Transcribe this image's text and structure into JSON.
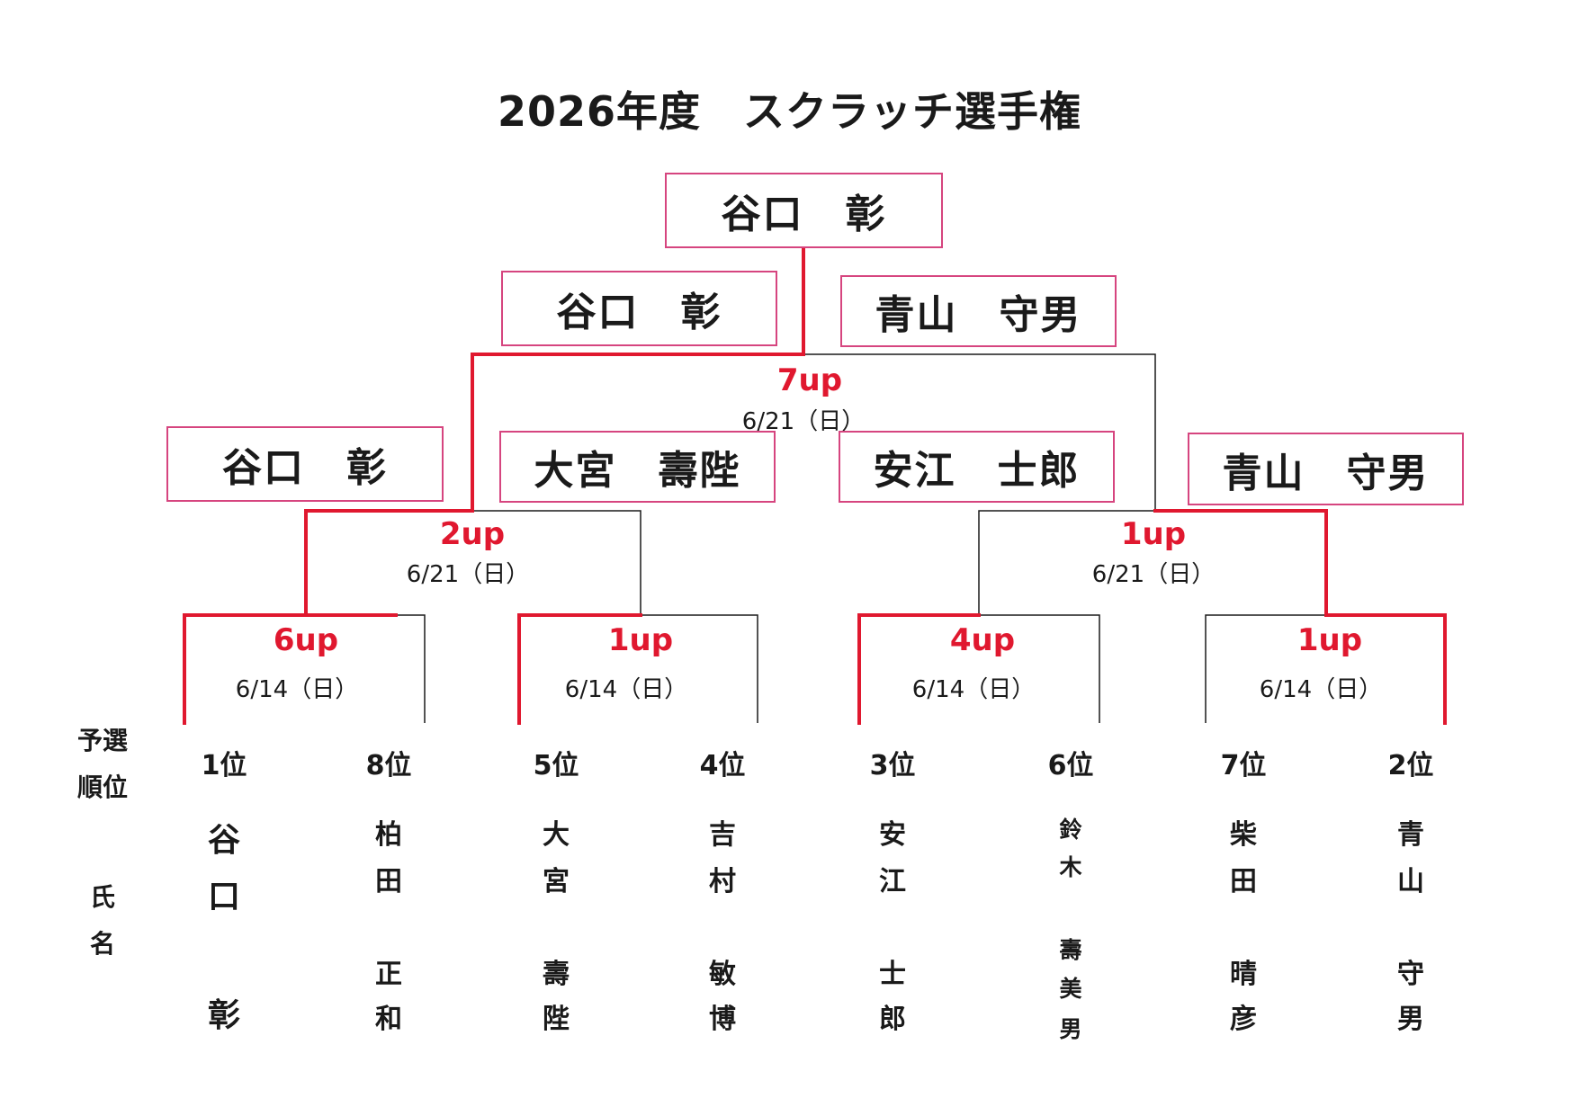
{
  "title": "2026年度　スクラッチ選手権",
  "colors": {
    "winner_line": "#e0182f",
    "name_box_border": "#d6457f",
    "line": "#1a1a1a"
  },
  "champion": "谷口　彰",
  "final": {
    "left": "谷口　彰",
    "right": "青山　守男",
    "result": "7up",
    "date": "6/21（日）"
  },
  "semifinals": [
    {
      "left": "谷口　彰",
      "right": "大宮　壽陛",
      "result": "2up",
      "date": "6/21（日）"
    },
    {
      "left": "安江　士郎",
      "right": "青山　守男",
      "result": "1up",
      "date": "6/21（日）"
    }
  ],
  "first_round": [
    {
      "result": "6up",
      "date": "6/14（日）"
    },
    {
      "result": "1up",
      "date": "6/14（日）"
    },
    {
      "result": "4up",
      "date": "6/14（日）"
    },
    {
      "result": "1up",
      "date": "6/14（日）"
    }
  ],
  "labels": {
    "rank_top": "予選",
    "rank_bottom": "順位",
    "name_top": "氏",
    "name_bottom": "名"
  },
  "players": [
    {
      "rank": "1位",
      "name_chars": [
        "谷",
        "口",
        "彰"
      ]
    },
    {
      "rank": "8位",
      "name_chars": [
        "柏",
        "田",
        "正",
        "和"
      ]
    },
    {
      "rank": "5位",
      "name_chars": [
        "大",
        "宮",
        "壽",
        "陛"
      ]
    },
    {
      "rank": "4位",
      "name_chars": [
        "吉",
        "村",
        "敏",
        "博"
      ]
    },
    {
      "rank": "3位",
      "name_chars": [
        "安",
        "江",
        "士",
        "郎"
      ]
    },
    {
      "rank": "6位",
      "name_chars": [
        "鈴",
        "木",
        "壽",
        "美",
        "男"
      ]
    },
    {
      "rank": "7位",
      "name_chars": [
        "柴",
        "田",
        "晴",
        "彦"
      ]
    },
    {
      "rank": "2位",
      "name_chars": [
        "青",
        "山",
        "守",
        "男"
      ]
    }
  ]
}
